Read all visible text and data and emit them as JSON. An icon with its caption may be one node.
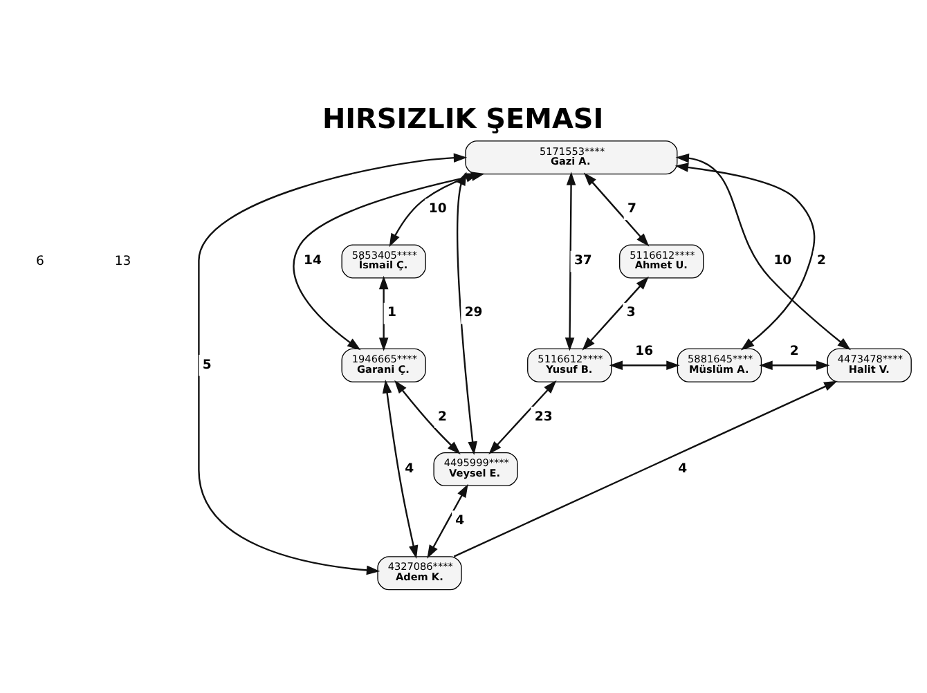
{
  "diagram": {
    "title": "HIRSIZLIK ŞEMASI",
    "nodes": [
      {
        "text": [
          "5171553****",
          "Gazi A."
        ]
      },
      {
        "text": [
          "5853405****",
          "İsmail Ç."
        ]
      },
      {
        "text": [
          "5116612****",
          "Ahmet U."
        ]
      },
      {
        "text": [
          "1946665****",
          "Garani Ç."
        ]
      },
      {
        "text": [
          "5116612****",
          "Yusuf B."
        ]
      },
      {
        "text": [
          "5881645****",
          "Müslüm A."
        ]
      },
      {
        "text": [
          "4473478****",
          "Halit V."
        ]
      },
      {
        "text": [
          "4495999****",
          "Veysel E."
        ]
      },
      {
        "text": [
          "4327086****",
          "Adem K."
        ]
      }
    ],
    "edges": [
      {
        "from": 0,
        "to": 8,
        "arrow": "both",
        "label": "5"
      },
      {
        "from": 0,
        "to": 7,
        "arrow": "both",
        "label": "29"
      },
      {
        "from": 0,
        "to": 3,
        "arrow": "both",
        "label": "14"
      },
      {
        "from": 0,
        "to": 1,
        "arrow": "both",
        "label": "10"
      },
      {
        "from": 0,
        "to": 4,
        "arrow": "both",
        "label": "37"
      },
      {
        "from": 0,
        "to": 2,
        "arrow": "both",
        "label": "7"
      },
      {
        "from": 0,
        "to": 5,
        "arrow": "both",
        "label": "2"
      },
      {
        "from": 0,
        "to": 6,
        "arrow": "both",
        "label": "10"
      },
      {
        "from": 1,
        "to": 3,
        "arrow": "both",
        "label": "1"
      },
      {
        "from": 2,
        "to": 4,
        "arrow": "both",
        "label": "3"
      },
      {
        "from": 3,
        "to": 7,
        "arrow": "both",
        "label": "2"
      },
      {
        "from": 3,
        "to": 8,
        "arrow": "both",
        "label": "4"
      },
      {
        "from": 4,
        "to": 7,
        "arrow": "both",
        "label": "23"
      },
      {
        "from": 4,
        "to": 5,
        "arrow": "both",
        "label": "16"
      },
      {
        "from": 5,
        "to": 6,
        "arrow": "both",
        "label": "2"
      },
      {
        "from": 7,
        "to": 8,
        "arrow": "both",
        "label": "4"
      },
      {
        "from": 8,
        "to": 6,
        "arrow": "to",
        "label": "4"
      }
    ],
    "labels": [
      "6",
      "13"
    ]
  }
}
